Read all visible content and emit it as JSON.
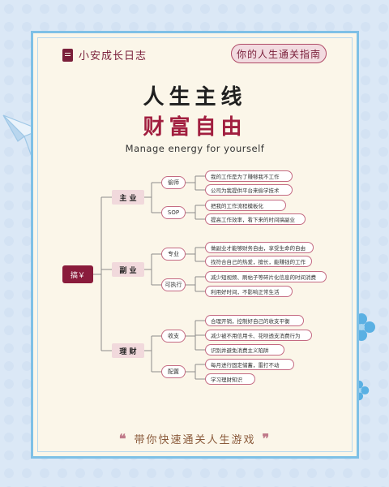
{
  "brand": {
    "name": "小安成长日志",
    "icon": "notebook-icon"
  },
  "guide_tag": "你的人生通关指南",
  "title_line1": "人生主线",
  "title_line2": "财富自由",
  "subtitle": "Manage energy for yourself",
  "colors": {
    "accent": "#8a1c3c",
    "pill": "#f1d9dc",
    "frame": "#7ec0e6",
    "paper": "#fbf6e9"
  },
  "mindmap": {
    "root": "搞￥",
    "branches": [
      {
        "label": "主 业",
        "groups": [
          {
            "label": "偷师",
            "items": [
              "我的工作是为了赚够我不工作",
              "公司为我提供平台来偷学技术"
            ]
          },
          {
            "label": "SOP",
            "items": [
              "把我的工作流程模板化",
              "提高工作效率，看下来的时间搞副业"
            ]
          }
        ]
      },
      {
        "label": "副 业",
        "groups": [
          {
            "label": "专业",
            "items": [
              "做副业才能够财务自由，享受生命的自由",
              "找符合自己的热爱，擅长，能赚钱的工作"
            ]
          },
          {
            "label": "可执行",
            "items": [
              "减少短视频、刷帖子等碎片化信息的时间消费",
              "利用好时间，不影响正常生活"
            ]
          }
        ]
      },
      {
        "label": "理 财",
        "groups": [
          {
            "label": "收支",
            "items": [
              "合理开销，控制好自己的收支平衡",
              "减少被不用信用卡、花呗透支消费行为",
              "识别并避免消费主义陷阱"
            ]
          },
          {
            "label": "配置",
            "items": [
              "每月进行固定储蓄，雷打不动",
              "学习理财知识"
            ]
          }
        ]
      }
    ]
  },
  "footer": {
    "open_quote": "❝",
    "text": "带你快速通关人生游戏",
    "close_quote": "❞"
  }
}
